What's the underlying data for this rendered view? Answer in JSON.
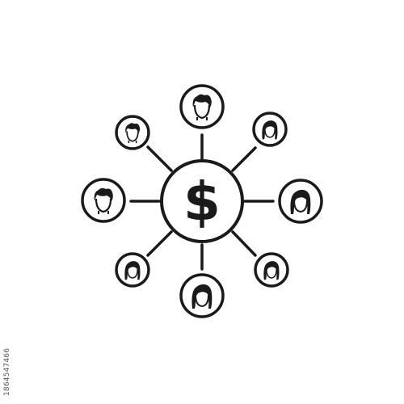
{
  "icon": {
    "center_symbol": "$",
    "center_icon": "dollar-icon",
    "nodes": [
      {
        "name": "person-top",
        "gender": "male"
      },
      {
        "name": "person-top-right",
        "gender": "female"
      },
      {
        "name": "person-right",
        "gender": "female"
      },
      {
        "name": "person-bottom-right",
        "gender": "female"
      },
      {
        "name": "person-bottom",
        "gender": "female"
      },
      {
        "name": "person-bottom-left",
        "gender": "female"
      },
      {
        "name": "person-left",
        "gender": "male"
      },
      {
        "name": "person-top-left",
        "gender": "male"
      }
    ],
    "stroke_color": "#1a1a1a",
    "background": "#ffffff"
  },
  "watermark": {
    "stock_id": "1864547466"
  }
}
